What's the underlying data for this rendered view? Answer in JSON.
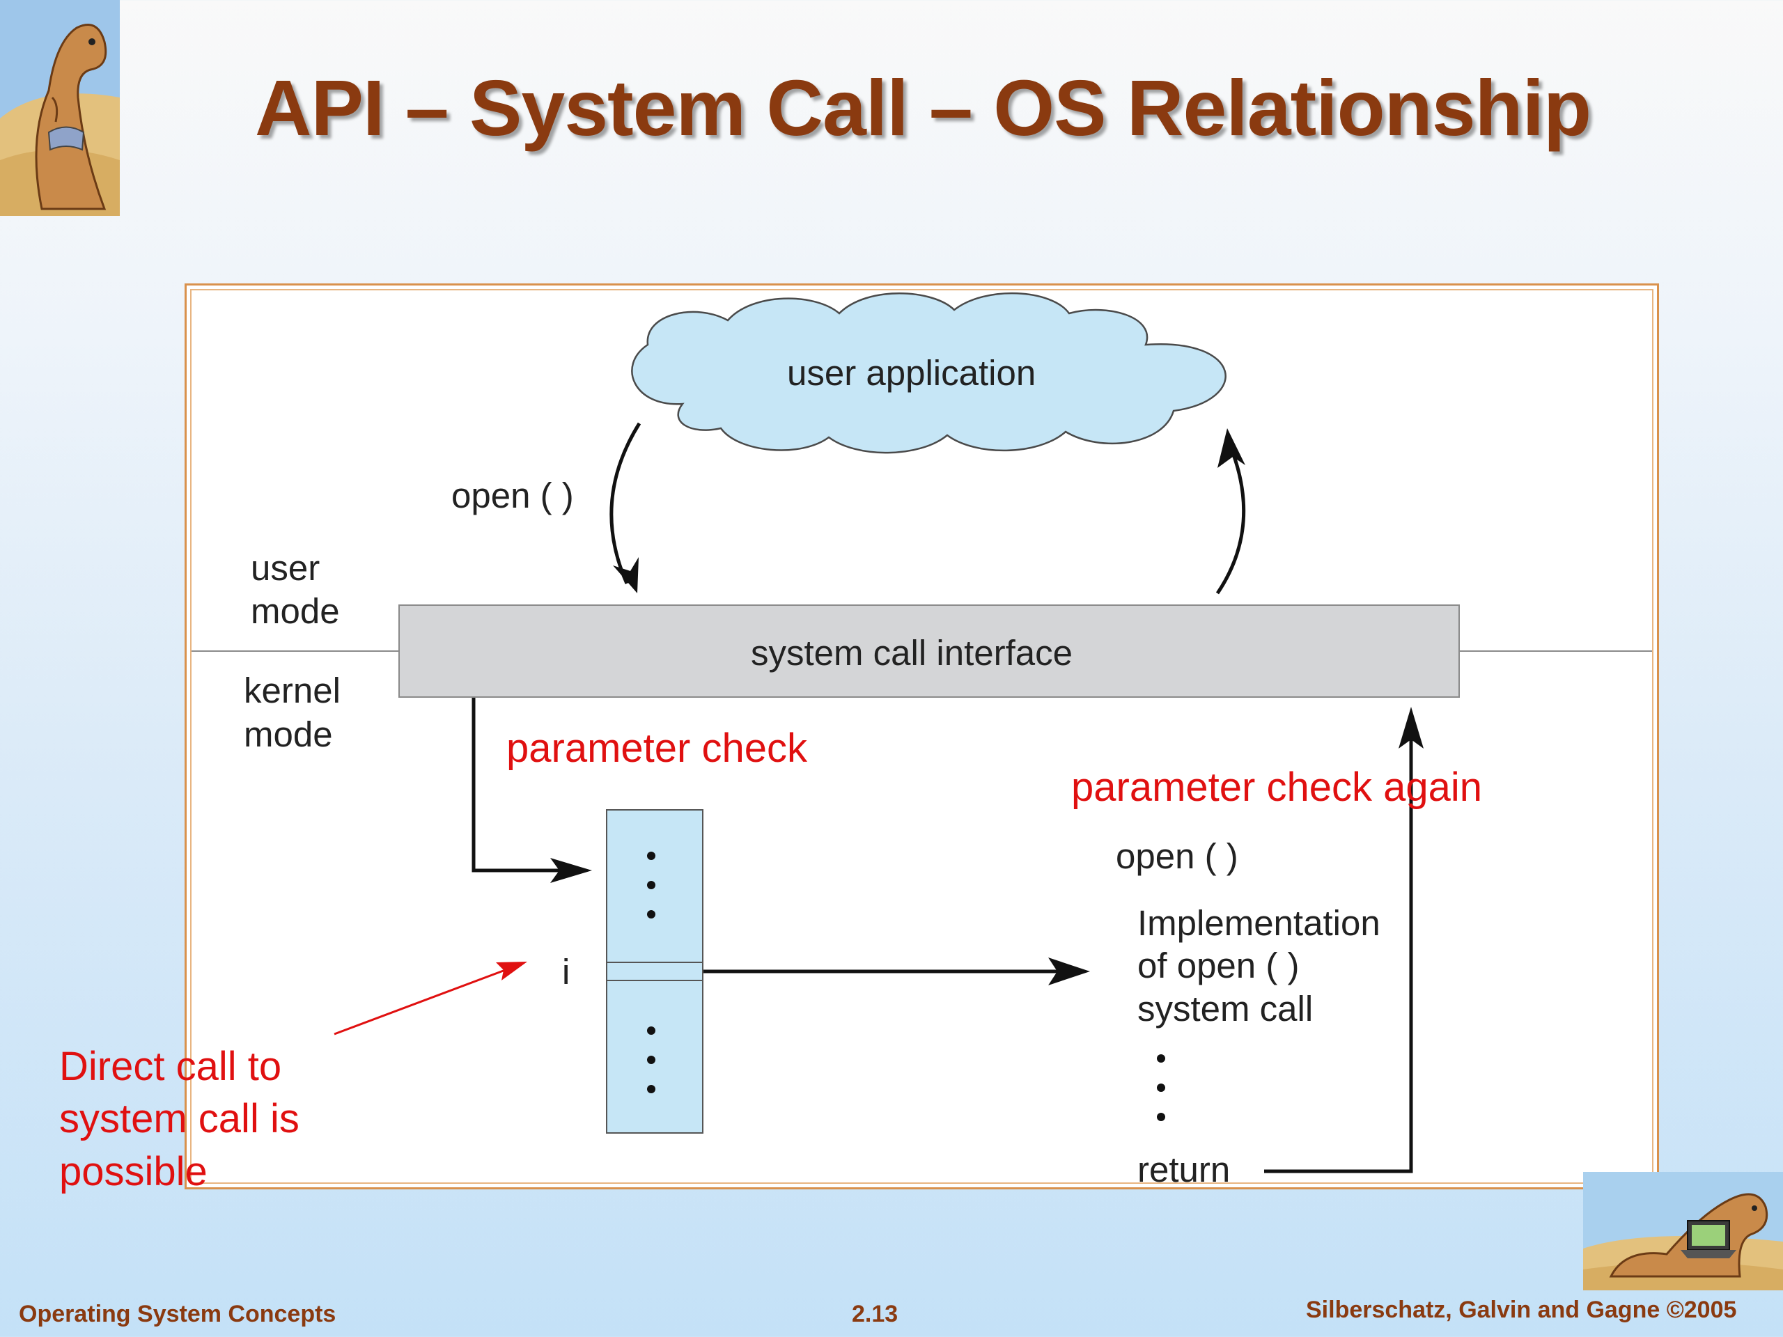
{
  "title": "API – System Call – OS Relationship",
  "diagram": {
    "cloud_label": "user application",
    "open_call_label": "open ( )",
    "user_mode_label": [
      "user",
      "mode"
    ],
    "kernel_mode_label": [
      "kernel",
      "mode"
    ],
    "system_call_interface_label": "system call interface",
    "parameter_check_label": "parameter check",
    "parameter_check_again_label": "parameter check again",
    "table_index_label": "i",
    "impl_open_label": "open ( )",
    "impl_lines": [
      "Implementation",
      "of open ( )",
      "system call"
    ],
    "return_label": "return"
  },
  "annotation": {
    "lines": [
      "Direct call to",
      "system call is",
      "possible"
    ],
    "color": "#e01010"
  },
  "footer": {
    "left": "Operating System Concepts",
    "page": "2.13",
    "right": "Silberschatz, Galvin and Gagne ©2005"
  },
  "colors": {
    "title": "#8a3a10",
    "frame_border": "#d9914c",
    "cloud_fill": "#c6e6f6",
    "interface_fill": "#d4d5d7",
    "table_fill": "#c6e6f6",
    "annotation_red": "#e01010"
  },
  "icons": {
    "top_left": "dinosaur-reading-icon",
    "bottom_right": "dinosaur-laptop-icon"
  }
}
